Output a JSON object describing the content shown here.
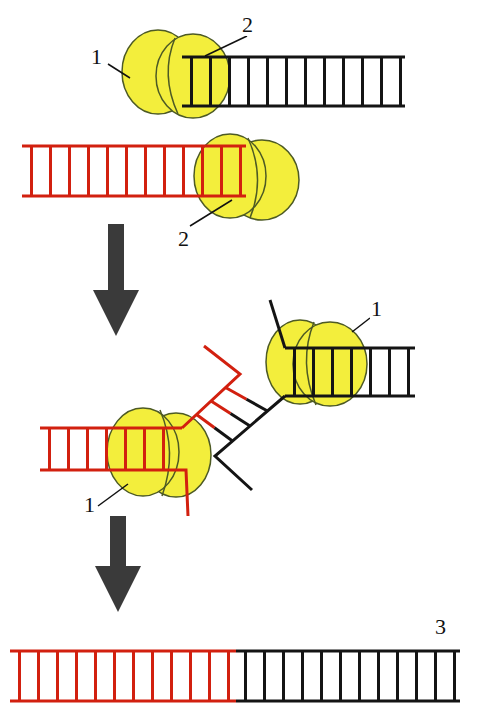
{
  "diagram": {
    "labels": [
      "2",
      "1",
      "2",
      "1",
      "1",
      "3"
    ]
  }
}
